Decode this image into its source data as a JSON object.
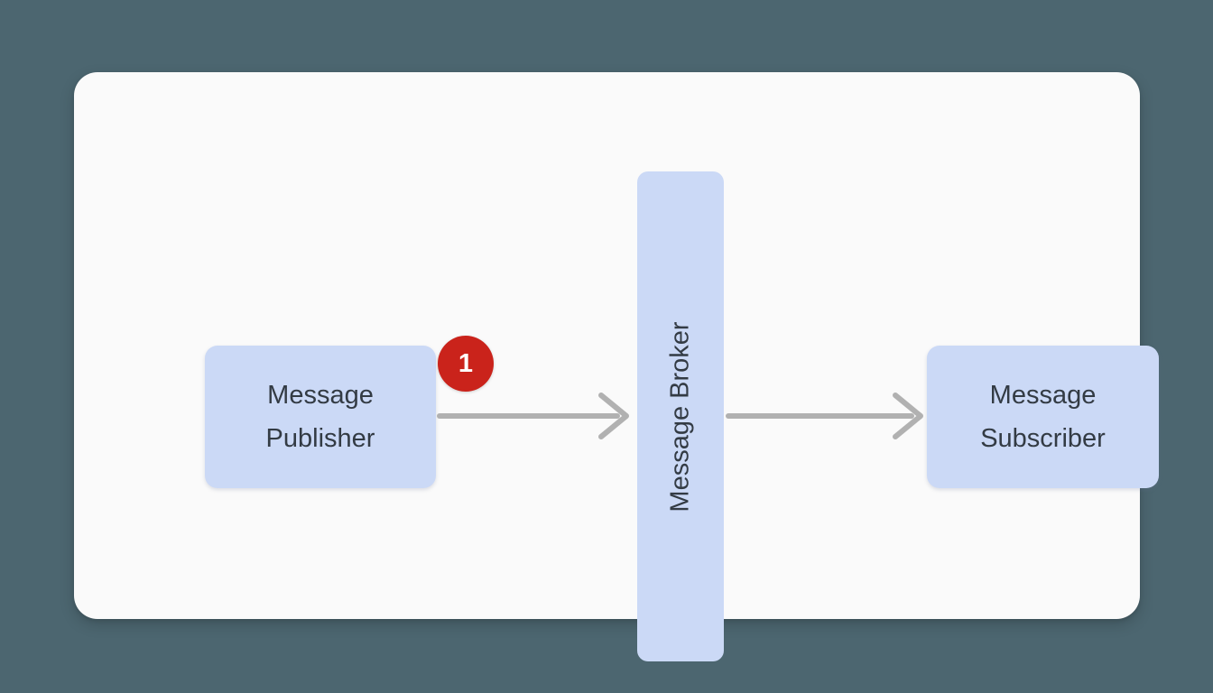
{
  "scene": {
    "background_color": "#4C6670",
    "card_color": "#FAFAFA"
  },
  "diagram": {
    "node_fill": "#CBD9F6",
    "node_text_color": "#333B44",
    "arrow_color": "#B1B1B1",
    "nodes": [
      {
        "id": "message-publisher",
        "lines": [
          "Message",
          "Publisher"
        ],
        "orientation": "horizontal"
      },
      {
        "id": "message-broker",
        "lines": [
          "Message Broker"
        ],
        "orientation": "vertical"
      },
      {
        "id": "message-subscriber",
        "lines": [
          "Message",
          "Subscriber"
        ],
        "orientation": "horizontal"
      }
    ],
    "edges": [
      {
        "from": "message-publisher",
        "to": "message-broker"
      },
      {
        "from": "message-broker",
        "to": "message-subscriber"
      }
    ],
    "annotation_badge": {
      "value": "1",
      "fill": "#CA231B",
      "text_color": "#FFFFFF",
      "attached_to": "message-publisher"
    }
  }
}
